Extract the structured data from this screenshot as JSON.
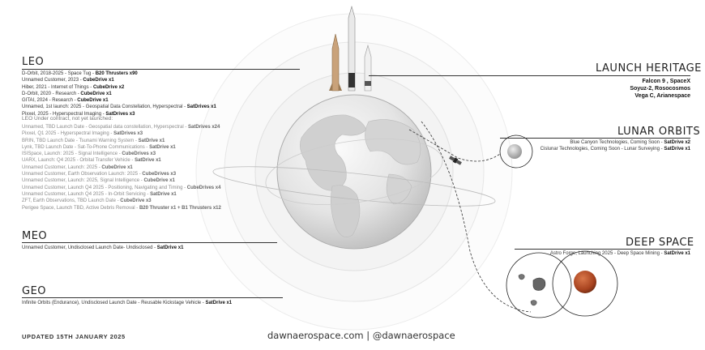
{
  "leo": {
    "title": "LEO",
    "active": [
      {
        "text": "D-Orbit, 2018-2025 - Space Tug - ",
        "bold": "B20 Thrusters x90"
      },
      {
        "text": "Unnamed Customer, 2023 - ",
        "bold": "CubeDrive x1"
      },
      {
        "text": "Hiber, 2021 - Internet of Things - ",
        "bold": "CubeDrive x2"
      },
      {
        "text": "D-Orbit, 2020 - Research - ",
        "bold": "CubeDrive x1"
      },
      {
        "text": "GITAI, 2024 - Research - ",
        "bold": "CubeDrive x1"
      },
      {
        "text": "Unnamed, 1st launch: 2025 - Geospatial Data Constellation, Hyperspectral - ",
        "bold": "SatDrives x1"
      },
      {
        "text": "Pixxel, 2025 - Hyperspectral Imaging - ",
        "bold": "SatDrives x3"
      }
    ],
    "contract_heading": "LEO Under contract, not yet launched:",
    "contracted": [
      {
        "text": "Unnamed, TBD Launch Date - Geospatial data constellation, Hyperspectral - ",
        "bold": "SatDrives x24"
      },
      {
        "text": "Pixxel, Q1 2025 - Hyperspectral Imaging - ",
        "bold": "SatDrives x3"
      },
      {
        "text": "BRIN, TBD Launch Date - Tsunami Warning System - ",
        "bold": "SatDrive x1"
      },
      {
        "text": "Lynk, TBD Launch Date - Sat-To-Phone Communications - ",
        "bold": "SatDrive x1"
      },
      {
        "text": "ISISpace, Launch: 2025 - Signal Intelligence - ",
        "bold": "CubeDrives x3"
      },
      {
        "text": "UARX, Launch: Q4 2025 - Orbital Transfer Vehicle - ",
        "bold": "SatDrive x1"
      },
      {
        "text": "Unnamed Customer, Launch: 2025 - ",
        "bold": "CubeDrive x1"
      },
      {
        "text": "Unnamed Customer, Earth Observation Launch: 2025 - ",
        "bold": "CubeDrives x3"
      },
      {
        "text": "Unnamed Customer, Launch: 2025, Signal Intelligence - ",
        "bold": "CubeDrive x1"
      },
      {
        "text": "Unnamed Customer, Launch Q4 2025 - Positioning, Navigating and Timing - ",
        "bold": "CubeDrives x4"
      },
      {
        "text": "Unnamed Customer, Launch Q4 2025 - In-Orbit Servicing - ",
        "bold": "SatDrive x1"
      },
      {
        "text": "ZFT, Earth Observations, TBD Launch Date - ",
        "bold": "CubeDrive x3"
      },
      {
        "text": "Perigee Space, Launch TBD, Active Debris Removal - ",
        "bold": "B20 Thruster x1 + B1 Thrusters x12"
      }
    ]
  },
  "meo": {
    "title": "MEO",
    "lines": [
      {
        "text": "Unnamed Customer, Undisclosed Launch Date- Undisclosed - ",
        "bold": "SatDrive x1"
      }
    ]
  },
  "geo": {
    "title": "GEO",
    "lines": [
      {
        "text": "Infinite Orbits (Endurance), Undisclosed Launch Date - Reusable Kickstage Vehicle - ",
        "bold": "SatDrive x1"
      }
    ]
  },
  "launch_heritage": {
    "title": "LAUNCH HERITAGE",
    "lines": [
      {
        "text": "",
        "bold": "Falcon 9 , SpaceX"
      },
      {
        "text": "",
        "bold": "Soyuz-2, Rosocosmos"
      },
      {
        "text": "",
        "bold": "Vega C, Arianespace"
      }
    ]
  },
  "lunar_orbits": {
    "title": "LUNAR ORBITS",
    "lines": [
      {
        "text": "Blue Canyon Technologies, Coming Soon - ",
        "bold": "SatDrive x2"
      },
      {
        "text": "Cislunar Technologies, Coming Soon - Lunar Surveying - ",
        "bold": "SatDrive x1"
      }
    ]
  },
  "deep_space": {
    "title": "DEEP SPACE",
    "lines": [
      {
        "text": "Astro Forge, Launching 2025 - Deep Space Mining - ",
        "bold": "SatDrive x1"
      }
    ]
  },
  "footer": {
    "updated": "UPDATED 15TH JANUARY 2025",
    "site": "dawnaerospace.com | @dawnaerospace"
  },
  "colors": {
    "text": "#222222",
    "muted": "#8a8a8a",
    "mars": "#b5532e",
    "orbit_ring": "#e6e6e6"
  },
  "icons": [
    "earth-globe-icon",
    "rocket-icon",
    "moon-icon",
    "mars-planet-icon",
    "asteroid-icon",
    "satellite-icon"
  ]
}
